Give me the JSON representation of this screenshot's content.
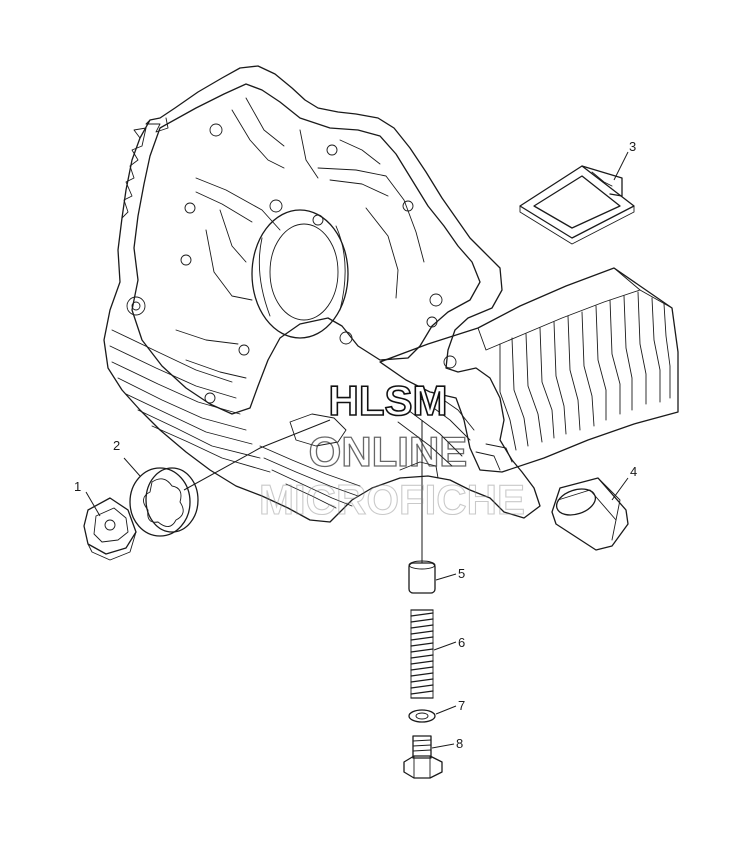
{
  "watermark": {
    "line1": "HLSM",
    "line2": "ONLINE",
    "line3": "MICROFICHE"
  },
  "callouts": [
    "1",
    "2",
    "3",
    "4",
    "5",
    "6",
    "7",
    "8"
  ]
}
